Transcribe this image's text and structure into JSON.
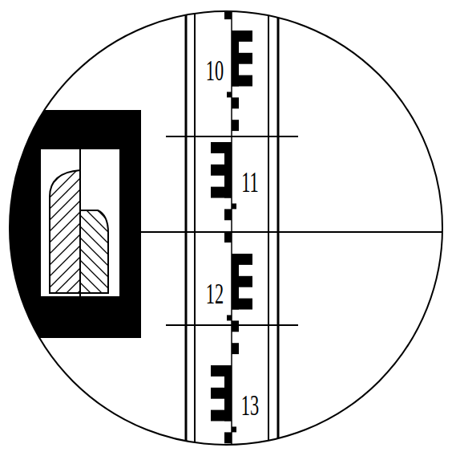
{
  "diagram": {
    "labels": [
      "10",
      "11",
      "12",
      "13"
    ]
  }
}
